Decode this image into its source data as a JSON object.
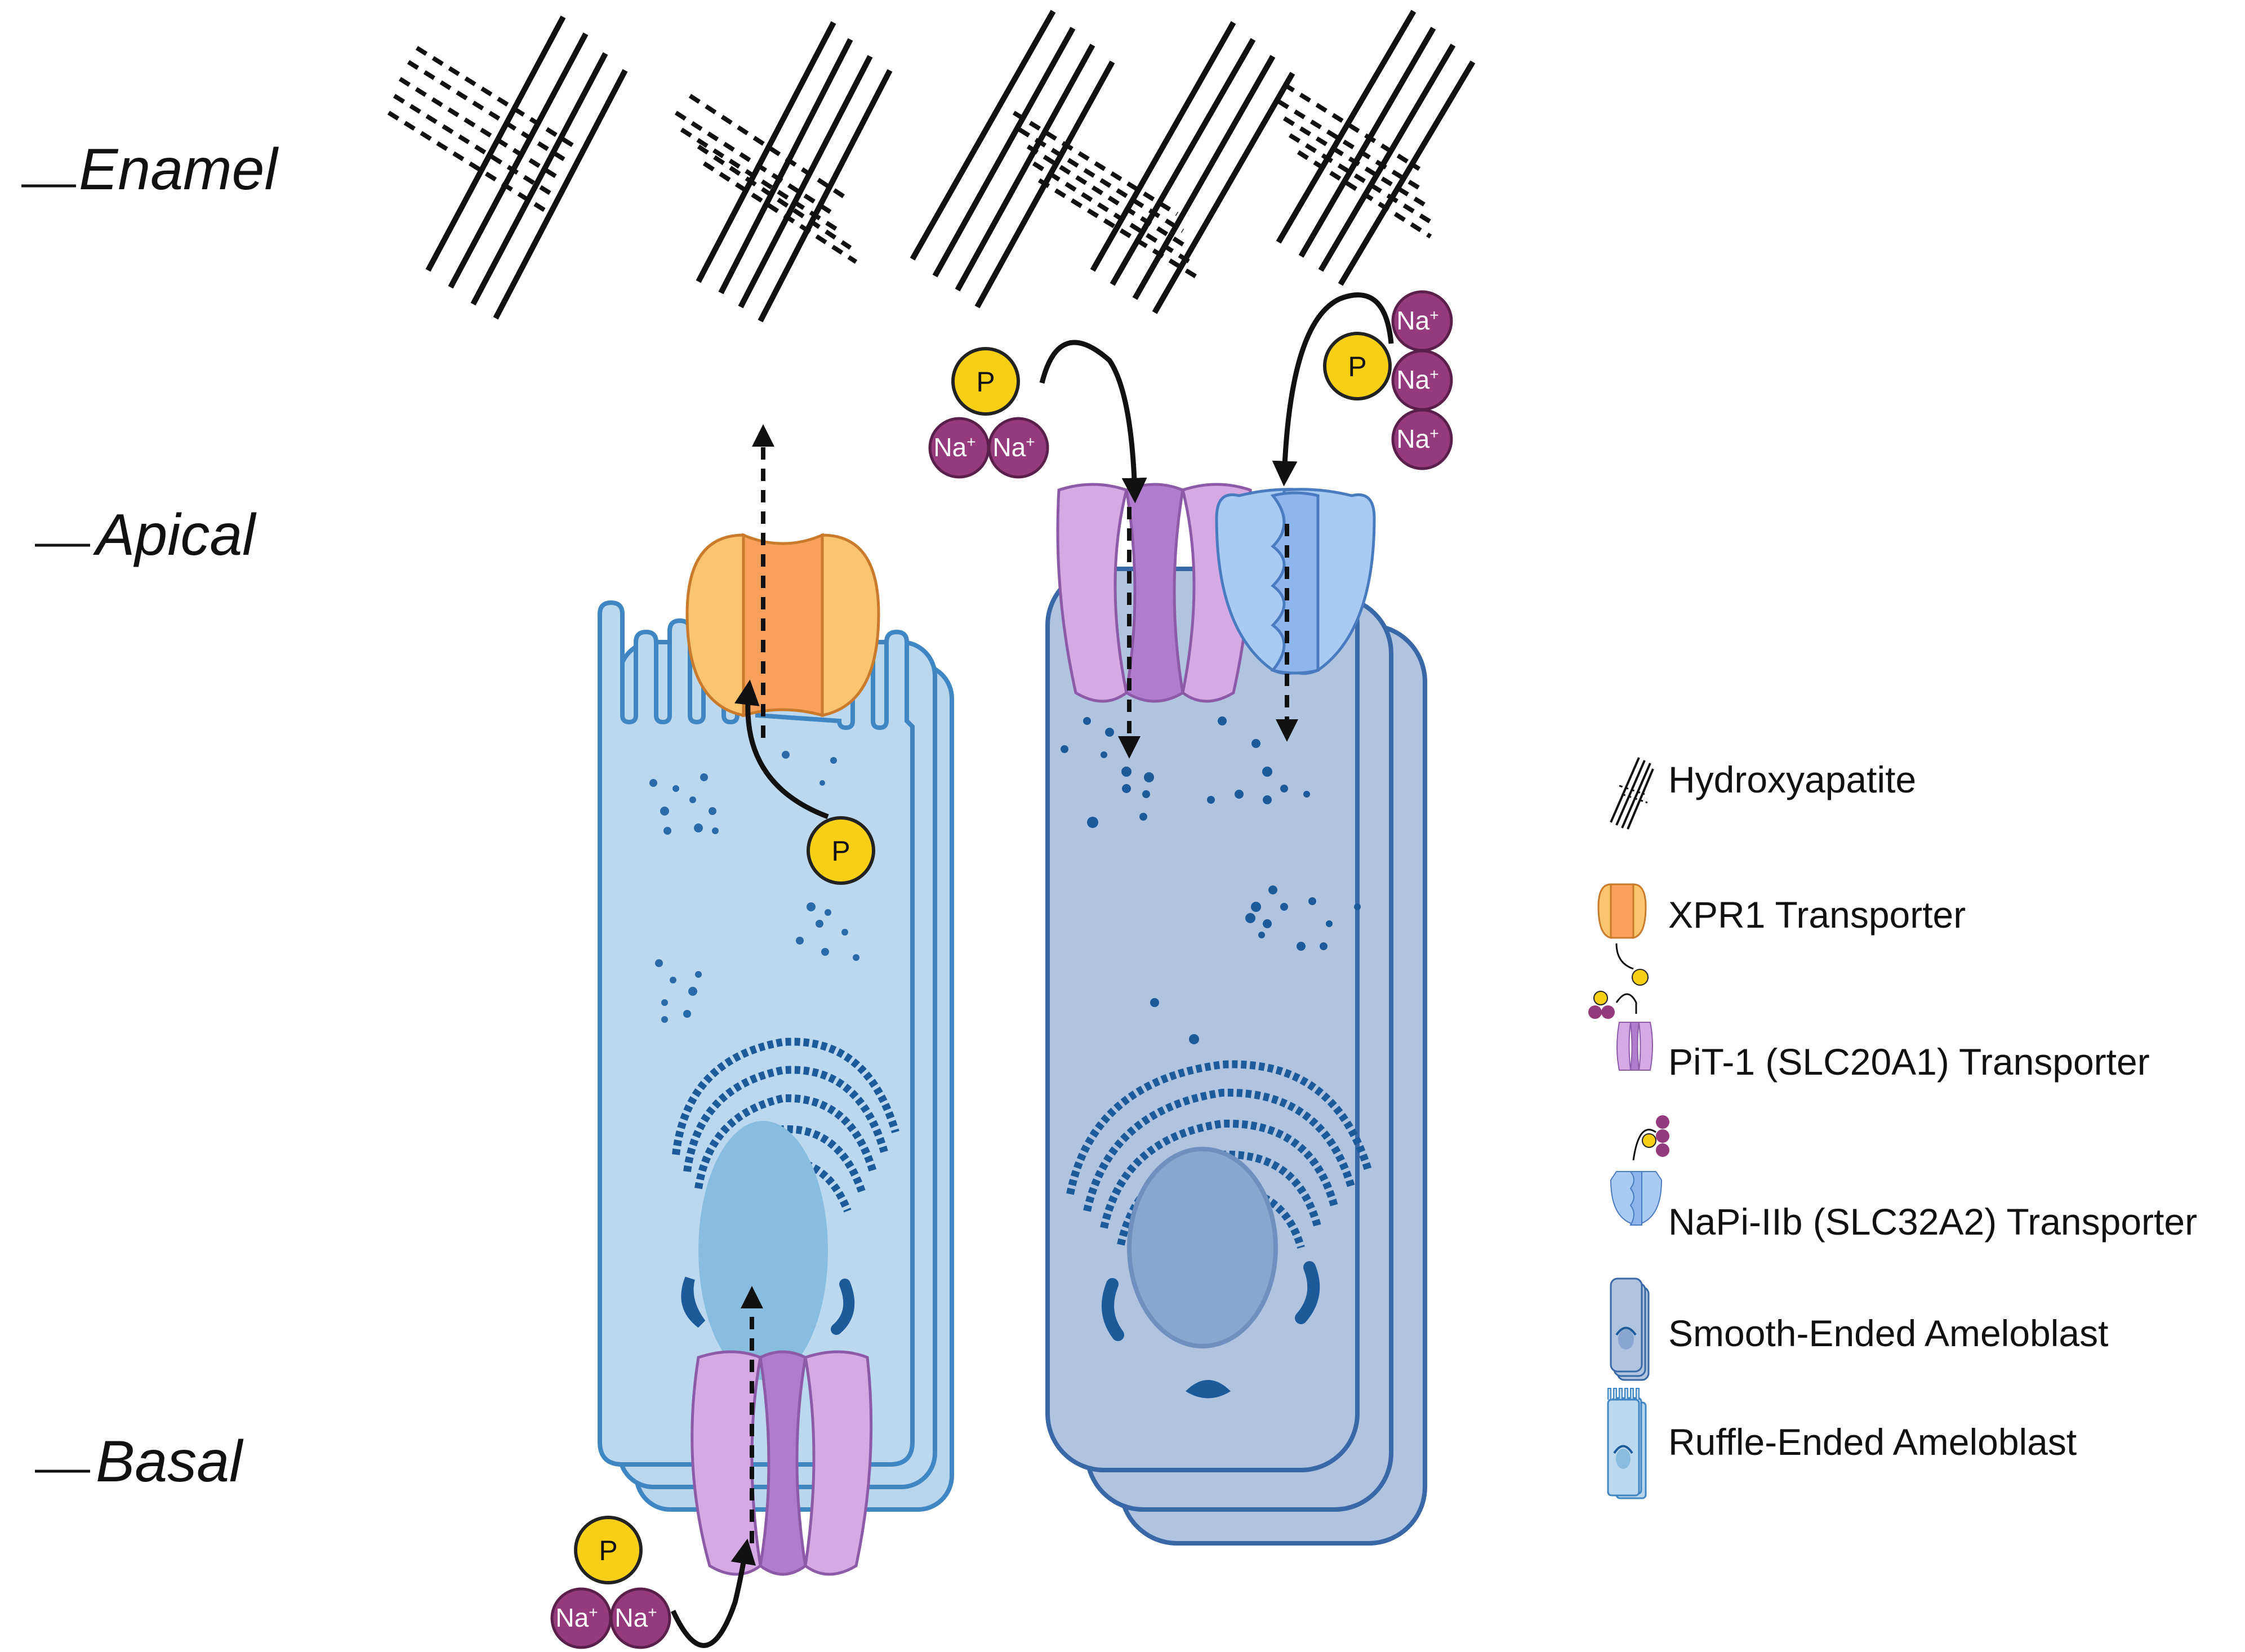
{
  "regions": {
    "enamel": "Enamel",
    "apical": "Apical",
    "basal": "Basal"
  },
  "ions": {
    "phosphate": "P",
    "sodium": "Na",
    "sodium_charge": "+"
  },
  "legend": {
    "items": [
      {
        "icon": "hydroxyapatite-icon",
        "label": "Hydroxyapatite"
      },
      {
        "icon": "xpr1-transporter-icon",
        "label": "XPR1 Transporter"
      },
      {
        "icon": "pit1-transporter-icon",
        "label": "PiT-1 (SLC20A1) Transporter"
      },
      {
        "icon": "napi-iib-transporter-icon",
        "label": "NaPi-IIb (SLC32A2) Transporter"
      },
      {
        "icon": "smooth-ended-ameloblast-icon",
        "label": "Smooth-Ended Ameloblast"
      },
      {
        "icon": "ruffle-ended-ameloblast-icon",
        "label": "Ruffle-Ended Ameloblast"
      }
    ]
  },
  "colors": {
    "ruffle_cell": "#bcd8ee",
    "ruffle_cell_stroke": "#3f86c2",
    "smooth_cell": "#b0c4e0",
    "smooth_cell_stroke": "#3a67a6",
    "nucleus_ruffle": "#88bde0",
    "nucleus_smooth": "#88a6cf",
    "golgi": "#1d5a99",
    "xpr1": "#f9a15c",
    "pit1": "#c79be0",
    "napi": "#98bff0",
    "phosphate": "#f7cf14",
    "sodium": "#963a7e"
  }
}
